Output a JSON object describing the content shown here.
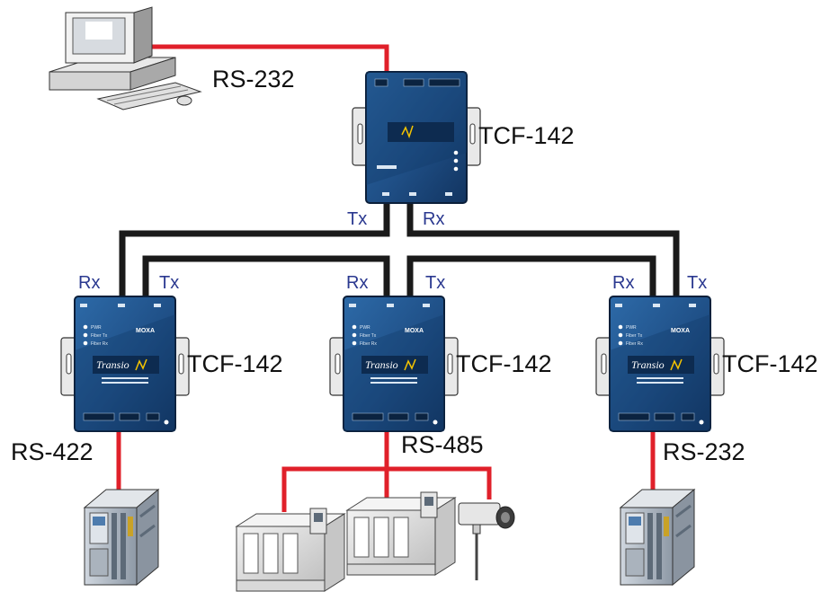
{
  "labels": {
    "top_protocol": "RS-232",
    "top_converter": "TCF-142",
    "left_converter": "TCF-142",
    "middle_converter": "TCF-142",
    "right_converter": "TCF-142",
    "left_protocol": "RS-422",
    "middle_protocol": "RS-485",
    "right_protocol": "RS-232"
  },
  "fiber": {
    "top_tx": "Tx",
    "top_rx": "Rx",
    "left_rx": "Rx",
    "left_tx": "Tx",
    "middle_rx": "Rx",
    "middle_tx": "Tx",
    "right_rx": "Rx",
    "right_tx": "Tx"
  },
  "device_text": {
    "brand": "MOXA",
    "product": "Transio",
    "led_pwr": "PWR",
    "led_fiber_tx": "Fiber Tx",
    "led_fiber_rx": "Fiber Rx"
  },
  "colors": {
    "serial_cable": "#e0202a",
    "fiber_cable": "#1a1a1a",
    "converter_body": "#1f4f86",
    "tx_rx_label": "#2b3990"
  }
}
